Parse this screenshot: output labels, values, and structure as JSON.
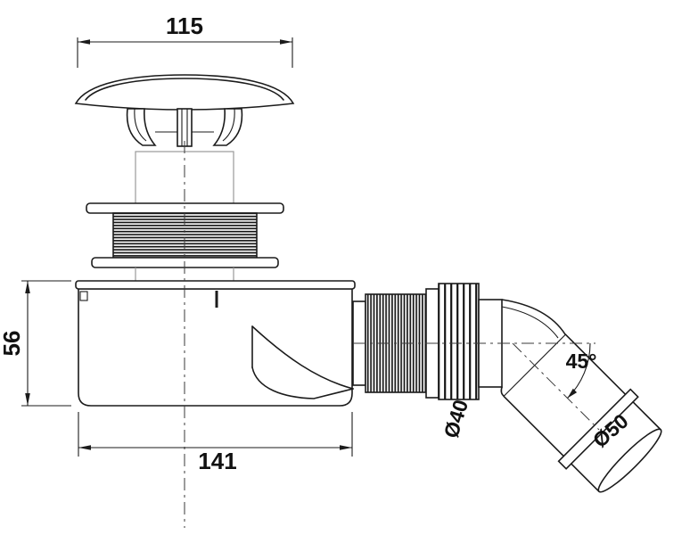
{
  "drawing": {
    "labels": {
      "cap_width": "115",
      "body_height": "56",
      "body_width": "141",
      "angle": "45°",
      "pipe_diameter": "Ø40",
      "outlet_diameter": "Ø50"
    },
    "colors": {
      "line": "#1b1b1b",
      "background": "#ffffff",
      "light_line": "#9a9a9a"
    }
  }
}
